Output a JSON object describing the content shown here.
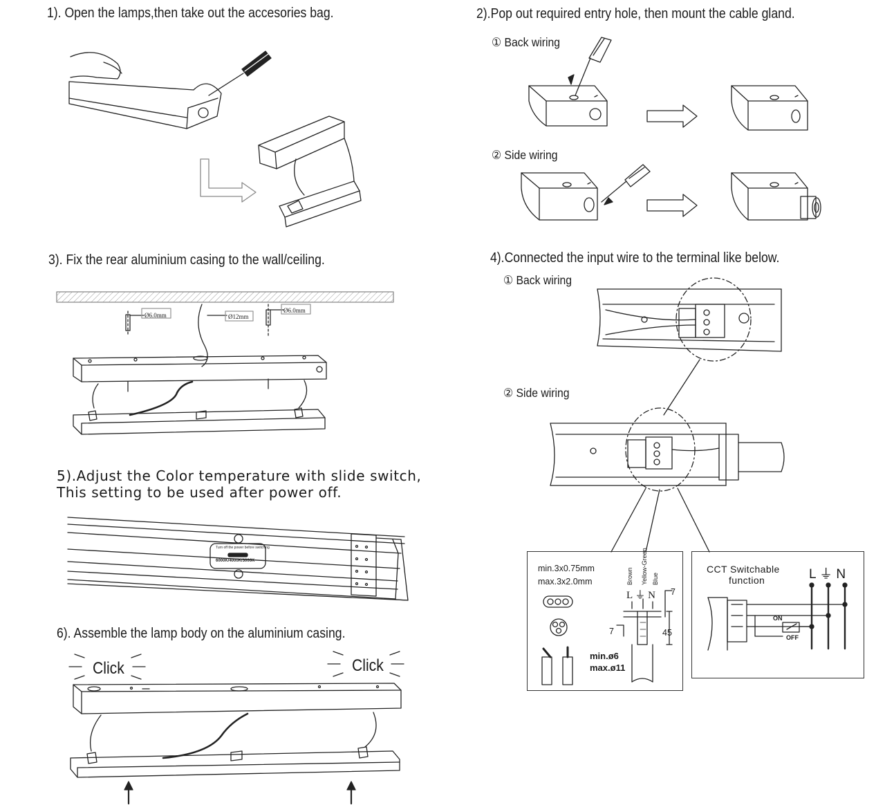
{
  "steps": {
    "s1": {
      "title": "1). Open the lamps,then take out the accesories bag."
    },
    "s2": {
      "title": "2).Pop out required entry hole, then mount the cable gland.",
      "back": "① Back wiring",
      "side": "② Side wiring"
    },
    "s3": {
      "title": "3). Fix the rear aluminium casing to the wall/ceiling.",
      "hole_left": "Ø6.0mm",
      "hole_mid": "Ø12mm",
      "hole_right": "Ø6.0mm"
    },
    "s4": {
      "title": "4).Connected the input wire to the terminal like below.",
      "back": "① Back wiring",
      "side": "② Side wiring"
    },
    "s5": {
      "line1": "5).Adjust the Color temperature with slide switch,",
      "line2": "This setting to be used after power off.",
      "label_top": "Turn off the power before switching",
      "label_bottom": "6000K/4000K/3000K"
    },
    "s6": {
      "title": "6). Assemble the lamp body on the aluminium casing.",
      "click_left": "Click",
      "click_right": "Click"
    }
  },
  "wire_box": {
    "min": "min.3x0.75mm",
    "max": "max.3x2.0mm",
    "brown": "Brown",
    "yellow_green": "Yellow-Green",
    "blue": "Blue",
    "terminals": "L ⏚ N",
    "dim7a": "7",
    "dim7b": "7",
    "dim45": "45",
    "min6": "min.ø6",
    "max11": "max.ø11"
  },
  "cct_box": {
    "title_line1": "CCT Switchable",
    "title_line2": "function",
    "terminals": "L ⏚ N",
    "on": "ON",
    "off": "OFF"
  }
}
